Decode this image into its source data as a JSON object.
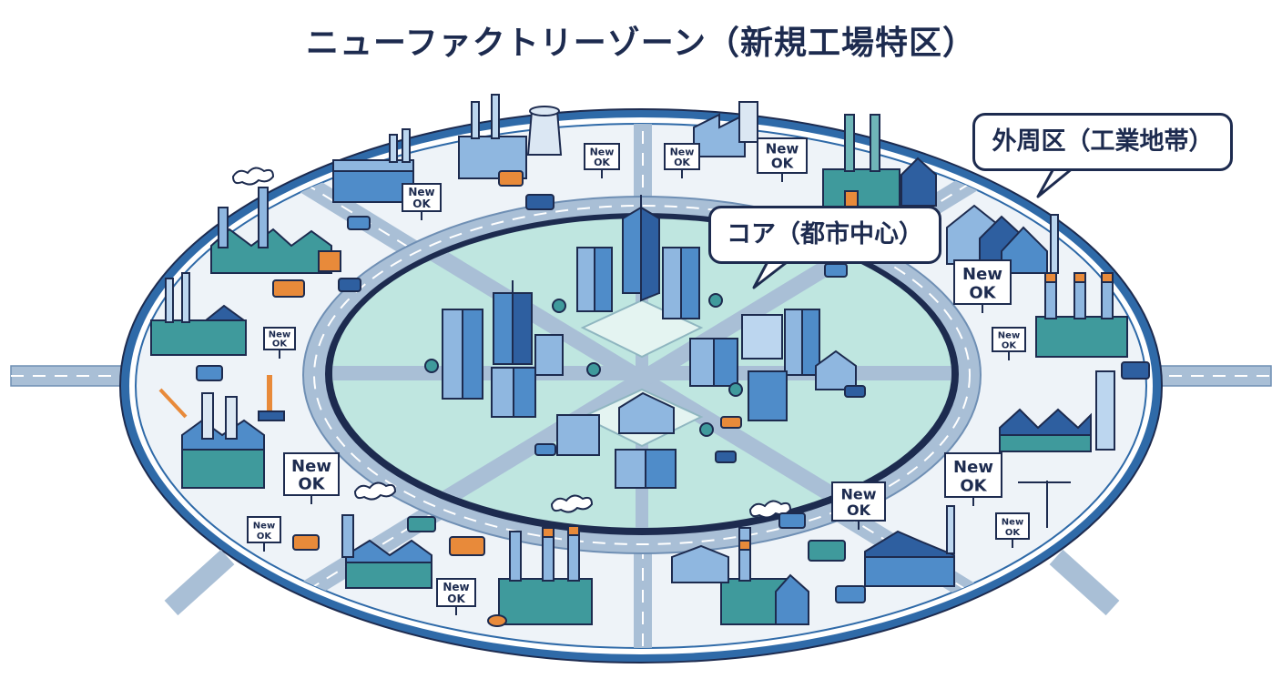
{
  "title": "ニューファクトリーゾーン（新規工場特区）",
  "labels": {
    "outer_zone": "外周区（工業地帯）",
    "core_zone": "コア（都市中心）"
  },
  "sign": {
    "line1": "New",
    "line2": "OK"
  },
  "colors": {
    "navy": "#1d2b4f",
    "ring_blue": "#2f6aa8",
    "outer_fill": "#eef3f8",
    "core_fill": "#bfe6e0",
    "road": "#a9bfd6",
    "factory_teal": "#3f9a9c",
    "factory_blue": "#2e5fa0",
    "accent_orange": "#e88a3a"
  }
}
